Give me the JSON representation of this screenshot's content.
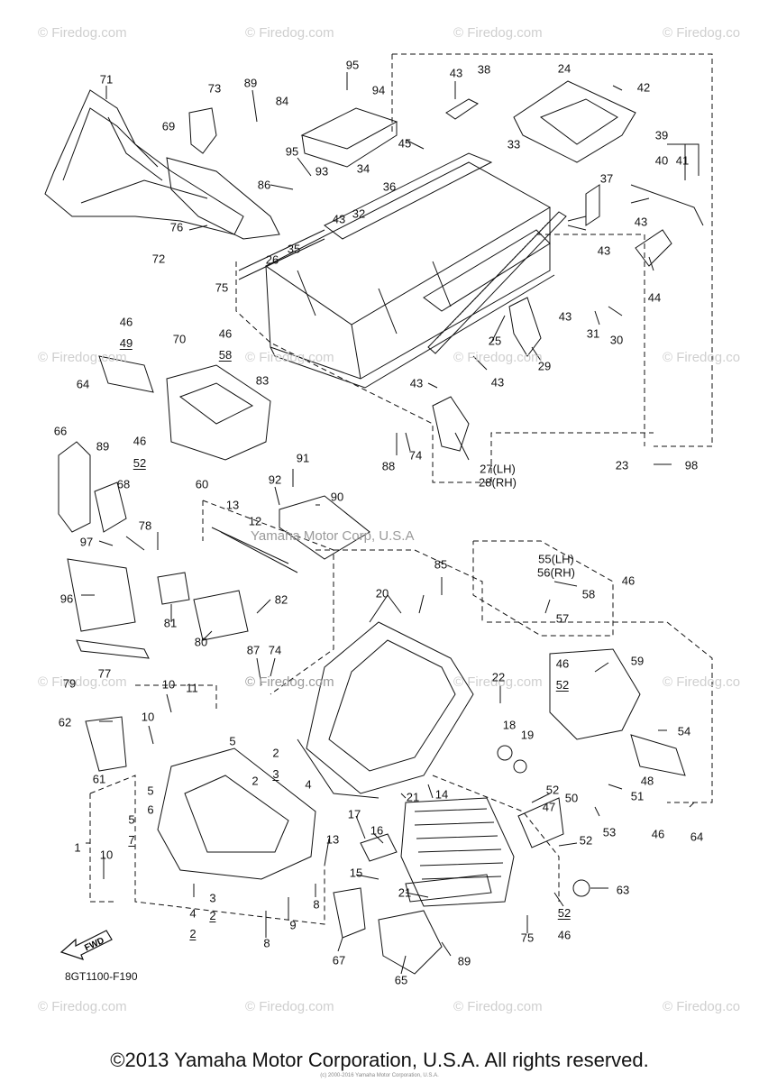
{
  "watermarks": {
    "firedog": "© Firedog.com",
    "firedog_cut": "© Firedog.co",
    "yamaha": "Yamaha Motor Corp, U.S.A"
  },
  "callouts": {
    "c71": "71",
    "c73": "73",
    "c89a": "89",
    "c84": "84",
    "c95a": "95",
    "c94": "94",
    "c43a": "43",
    "c38": "38",
    "c24": "24",
    "c42": "42",
    "c69": "69",
    "c95b": "95",
    "c45": "45",
    "c33": "33",
    "c39": "39",
    "c40": "40",
    "c41": "41",
    "c93": "93",
    "c34": "34",
    "c36": "36",
    "c86": "86",
    "c37": "37",
    "c32": "32",
    "c43b": "43",
    "c43c": "43",
    "c76": "76",
    "c35": "35",
    "c26": "26",
    "c43d": "43",
    "c72": "72",
    "c75": "75",
    "c44": "44",
    "c43e": "43",
    "c31": "31",
    "c30": "30",
    "c70": "70",
    "c46a": "46",
    "c49": "49",
    "c46b": "46",
    "c58a": "58",
    "c25": "25",
    "c29": "29",
    "c64a": "64",
    "c83": "83",
    "c43f": "43",
    "c43g": "43",
    "c66": "66",
    "c89b": "89",
    "c46c": "46",
    "c52a": "52",
    "c60": "60",
    "c88": "88",
    "c74a": "74",
    "c27": "27(LH)",
    "c28": "28(RH)",
    "c23": "23",
    "c98": "98",
    "c68": "68",
    "c91": "91",
    "c92": "92",
    "c90": "90",
    "c13a": "13",
    "c12": "12",
    "c78": "78",
    "c97": "97",
    "c55": "55(LH)",
    "c56": "56(RH)",
    "c46d": "46",
    "c58b": "58",
    "c57": "57",
    "c96": "96",
    "c81": "81",
    "c85": "85",
    "c20": "20",
    "c82": "82",
    "c80": "80",
    "c87": "87",
    "c74b": "74",
    "c79": "79",
    "c77": "77",
    "c59": "59",
    "c46e": "46",
    "c52b": "52",
    "c22": "22",
    "c10a": "10",
    "c11": "11",
    "c62": "62",
    "c10b": "10",
    "c54": "54",
    "c18": "18",
    "c19": "19",
    "c5a": "5",
    "c2a": "2",
    "c3a": "3",
    "c61": "61",
    "c48": "48",
    "c5b": "5",
    "c2b": "2",
    "c4a": "4",
    "c6": "6",
    "c51": "51",
    "c52c": "52",
    "c47": "47",
    "c50": "50",
    "c21a": "21",
    "c14": "14",
    "c5c": "5",
    "c7": "7",
    "c53": "53",
    "c17": "17",
    "c13b": "13",
    "c52d": "52",
    "c46f": "46",
    "c64b": "64",
    "c1": "1",
    "c16": "16",
    "c10c": "10",
    "c15": "15",
    "c8a": "8",
    "c63": "63",
    "c21b": "21",
    "c3b": "3",
    "c2c": "2",
    "c4b": "4",
    "c2d": "2",
    "c9": "9",
    "c8b": "8",
    "c52e": "52",
    "c46g": "46",
    "c75b": "75",
    "c67": "67",
    "c89c": "89",
    "c65": "65"
  },
  "fwd_label": "FWD",
  "diagram_code": "8GT1100-F190",
  "copyright": "©2013 Yamaha Motor Corporation, U.S.A. All rights reserved.",
  "tiny_copyright": "(c) 2000-2016 Yamaha Motor Corporation, U.S.A."
}
